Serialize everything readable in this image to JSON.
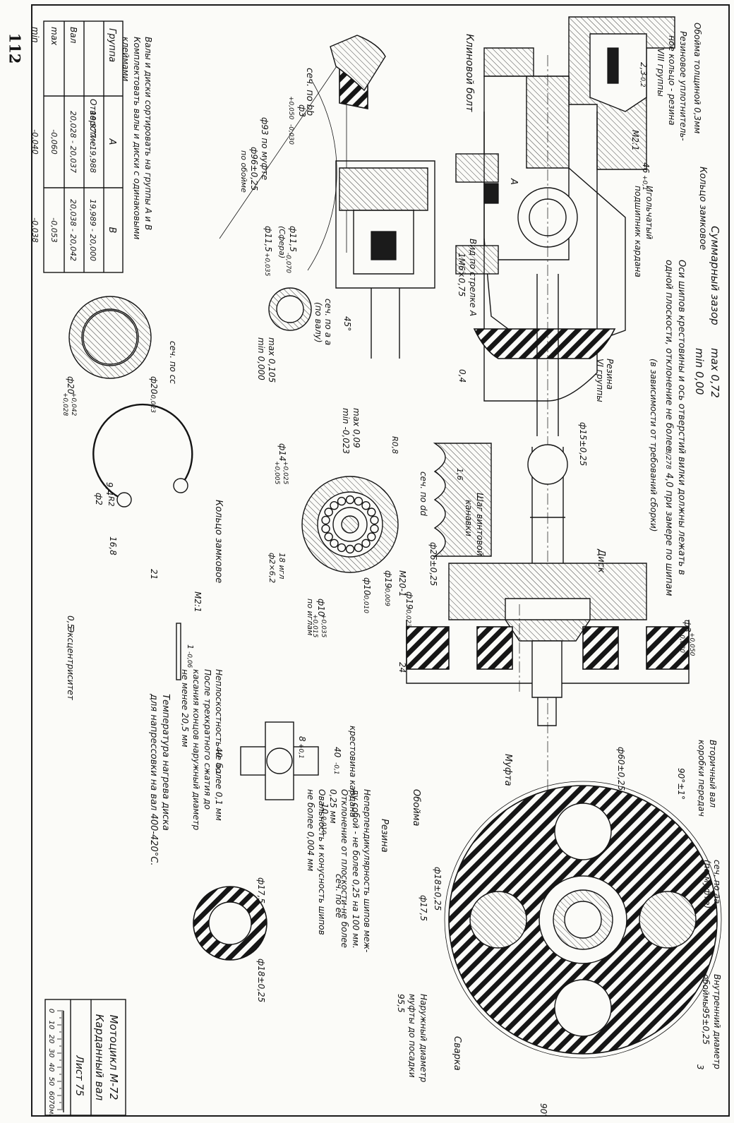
{
  "page_number": "112",
  "title_block": {
    "title": "Мотоцикл М-72",
    "part": "Карданный вал",
    "sheet": "Лист 75",
    "scale_labels": [
      "0",
      "10",
      "20",
      "30",
      "40",
      "50",
      "60",
      "70мм"
    ]
  },
  "notes": {
    "total_gap": "Суммарный зазор",
    "total_gap_max": "max 0,72",
    "total_gap_min": "min 0,00",
    "axes_rule_1": "Оси шипов крестовины и ось отверстий вилки должны лежать в",
    "axes_rule_2": "одной плоскости, отклонение не более",
    "axes_rule_fraction": "8/278",
    "axes_rule_3": "4,0 при замере по шипам",
    "axes_rule_4": "(в зависимости от требований сборки)",
    "sorting_1": "Валы и диски сортировать на группы А и В",
    "sorting_2": "Комплектовать валы и диски с одинаковыми",
    "sorting_3": "клеймами",
    "flatness_1": "Неплоскостность не более 0,1 мм",
    "flatness_2": "После трехкратного сжатия до",
    "flatness_3": "касания концов наружный диаметр",
    "flatness_4": "не менее 20,5 мм",
    "temperature_1": "Температура нагрева диска",
    "temperature_2": "для напрессовки на вал 400-420°С.",
    "perpendicular_1": "Неперпендикулярность шипов меж-",
    "perpendicular_2": "ду собой - не более 0,25 на 100 мм.",
    "perpendicular_3": "Отклонение от плоскости-не более",
    "perpendicular_4": "0,25 мм",
    "perpendicular_5": "Овальность и конусность шипов",
    "perpendicular_6": "не более 0,004 мм"
  },
  "labels": {
    "race": "Обойма толщиной 0,3мм",
    "seal_1": "Резиновое уплотнитель-",
    "seal_2": "ное кольцо - резина",
    "seal_3": "VIII группы",
    "lock_ring": "Кольцо замковое",
    "needle_1": "Игольчатый",
    "needle_2": "подшипник кардана",
    "wedge_bolt": "Клиновой болт",
    "rubber_vi_1": "Резина",
    "rubber_vi_2": "VI группы",
    "disk": "Диск",
    "secondary_shaft_1": "Вторичный вал",
    "secondary_shaft_2": "коробки передач",
    "coupling": "Муфта",
    "casing": "Обойма",
    "rubber": "Резина",
    "welding": "Сварка",
    "inner_dia_1": "Внутренний диаметр",
    "inner_dia_2": "обоймы",
    "inner_dia_3": "95±0,25",
    "outer_dia_1": "Наружный диаметр",
    "outer_dia_2": "муфты до посадки",
    "outer_dia_3": "95,5",
    "view_a": "Вид по стрелке А",
    "thread": "1М6×0,75",
    "screw_groove_1": "Шаг винтовой",
    "screw_groove_2": "канавки",
    "lock_ring_title": "Кольцо замковое",
    "cross_title": "крестовина кардана",
    "eccentricity": "Эксцентриситет",
    "arrow_a": "А"
  },
  "sections": {
    "bb": "сеч. по bb",
    "aa_shaft": "сеч. по а а",
    "aa_shaft_sub": "(по валу)",
    "cc": "сеч. по сс",
    "dd": "сеч. по dd",
    "aa_coupling": "сеч. по аа",
    "aa_coupling_sub": "(по муфте)",
    "ee": "сеч. по ее"
  },
  "dims": {
    "d3": "ф3",
    "d3_tol_up": "+0,050",
    "d3_tol_dn": "-0,030",
    "d93": "ф93 по муфте",
    "d96": "ф96±0,25",
    "d96_sub": "по обойме",
    "d11_5": "ф11,5",
    "d11_5_tol": "-0,070",
    "sphere": "(Сфера)",
    "d11_5_b": "ф11,5",
    "d11_5_b_tol": "+0,035",
    "max_0105": "max 0,105",
    "min_0000": "min 0,000",
    "d20_up": "ф20",
    "d20_up_tol_a": "+0,042",
    "d20_up_tol_b": "+0,028",
    "d20_dn": "ф20",
    "d20_dn_tol": "-0,023",
    "angle_45": "45°",
    "m2_1": "М2:1",
    "d2_3": "2,3",
    "d2_3_tol": "-0,2",
    "d46": "46",
    "d46_tol": "+0,1",
    "gap_04": "0,4",
    "r08": "R0,8",
    "d16": "1,6",
    "d15": "ф15±0,25",
    "d26": "ф26±0,25",
    "m20_1": "М20-1",
    "max_009": "max 0,09",
    "min_0023": "min -0,023",
    "d14": "ф14",
    "d14_tol_a": "+0,025",
    "d14_tol_b": "+0,005",
    "groove_1": "18 игл",
    "groove_2": "ф2×6,2",
    "d10_tol_a": "ф10",
    "d10_tol_b": "+0,035",
    "d10_tol_c": "+0,015",
    "d10_tol_d": "по иглам",
    "d10_main": "ф10",
    "d10_main_tol": "-0,010",
    "d19_a": "ф19",
    "d19_a_tol": "-0,009",
    "d19_b": "ф19",
    "d19_b_tol": "-0,023",
    "d3_right": "ф3",
    "d3_right_tol_a": "+0,050",
    "d3_right_tol_b": "-0,030",
    "d24": "24",
    "d60": "ф60±0,25",
    "d9_4": "9,4",
    "r2": "R2",
    "d2": "ф2",
    "d16_8": "16,8",
    "d21": "21",
    "m2_1_b": "М2:1",
    "d0_5": "0,5",
    "d1": "1",
    "d1_tol": "-0,06",
    "d40_a": "40",
    "d40_a_tol": "-0,1",
    "d40_b": "40",
    "d40_b_tol": "-0,1",
    "d8": "8",
    "d8_tol": "+0,1",
    "d10_cross": "10",
    "d10_cross_tol": "-0,010",
    "d17_5": "ф17,5",
    "d18_ee": "ф18±0,25",
    "d18_cpl": "ф18±0,25",
    "d17_5_cpl": "ф17,5",
    "angle_90_11": "90°±1°",
    "angle_90": "90°",
    "d3_small": "3"
  },
  "groups_table": {
    "header": [
      "Группа",
      "A",
      "B"
    ],
    "rows": [
      [
        "Отверстие",
        "19,977 - 19,988",
        "19,989 - 20,000"
      ],
      [
        "Вал",
        "20,028 - 20,037",
        "20,038 - 20,042"
      ],
      [
        "max",
        "-0,060",
        "-0,053"
      ],
      [
        "min",
        "-0,040",
        "-0,038"
      ]
    ]
  }
}
